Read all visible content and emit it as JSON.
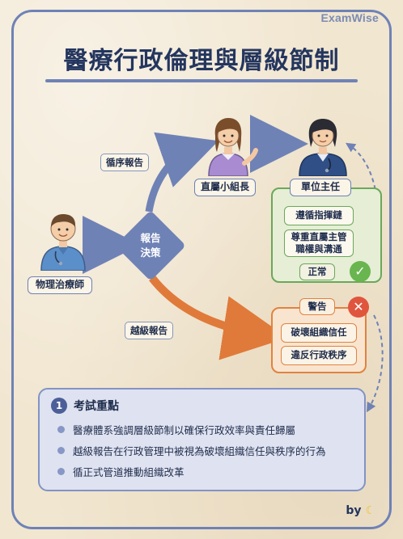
{
  "brand": "ExamWise",
  "title": "醫療行政倫理與層級節制",
  "people": {
    "therapist": "物理治療師",
    "group_leader": "直屬小組長",
    "director": "單位主任"
  },
  "decision": {
    "line1": "報告",
    "line2": "決策"
  },
  "paths": {
    "proper": "循序報告",
    "bypass": "越級報告"
  },
  "normal_panel": {
    "items": [
      "遵循指揮鏈",
      "尊重直屬主管",
      "職權與溝通"
    ],
    "tag": "正常",
    "status_icon": "check-icon"
  },
  "warning_panel": {
    "tag": "警告",
    "items": [
      "破壞組織信任",
      "違反行政秩序"
    ],
    "status_icon": "cross-icon"
  },
  "key_points": {
    "number": "1",
    "title": "考試重點",
    "items": [
      "醫療體系強調層級節制以確保行政效率與責任歸屬",
      "越級報告在行政管理中被視為破壞組織信任與秩序的行為",
      "循正式管道推動組織改革"
    ]
  },
  "footer": {
    "by": "by",
    "icon": "banana-icon"
  },
  "colors": {
    "navy": "#24365f",
    "frame_blue": "#6f82b6",
    "green": "#6aa85a",
    "orange": "#e08340",
    "background": "#f1e6d0"
  }
}
